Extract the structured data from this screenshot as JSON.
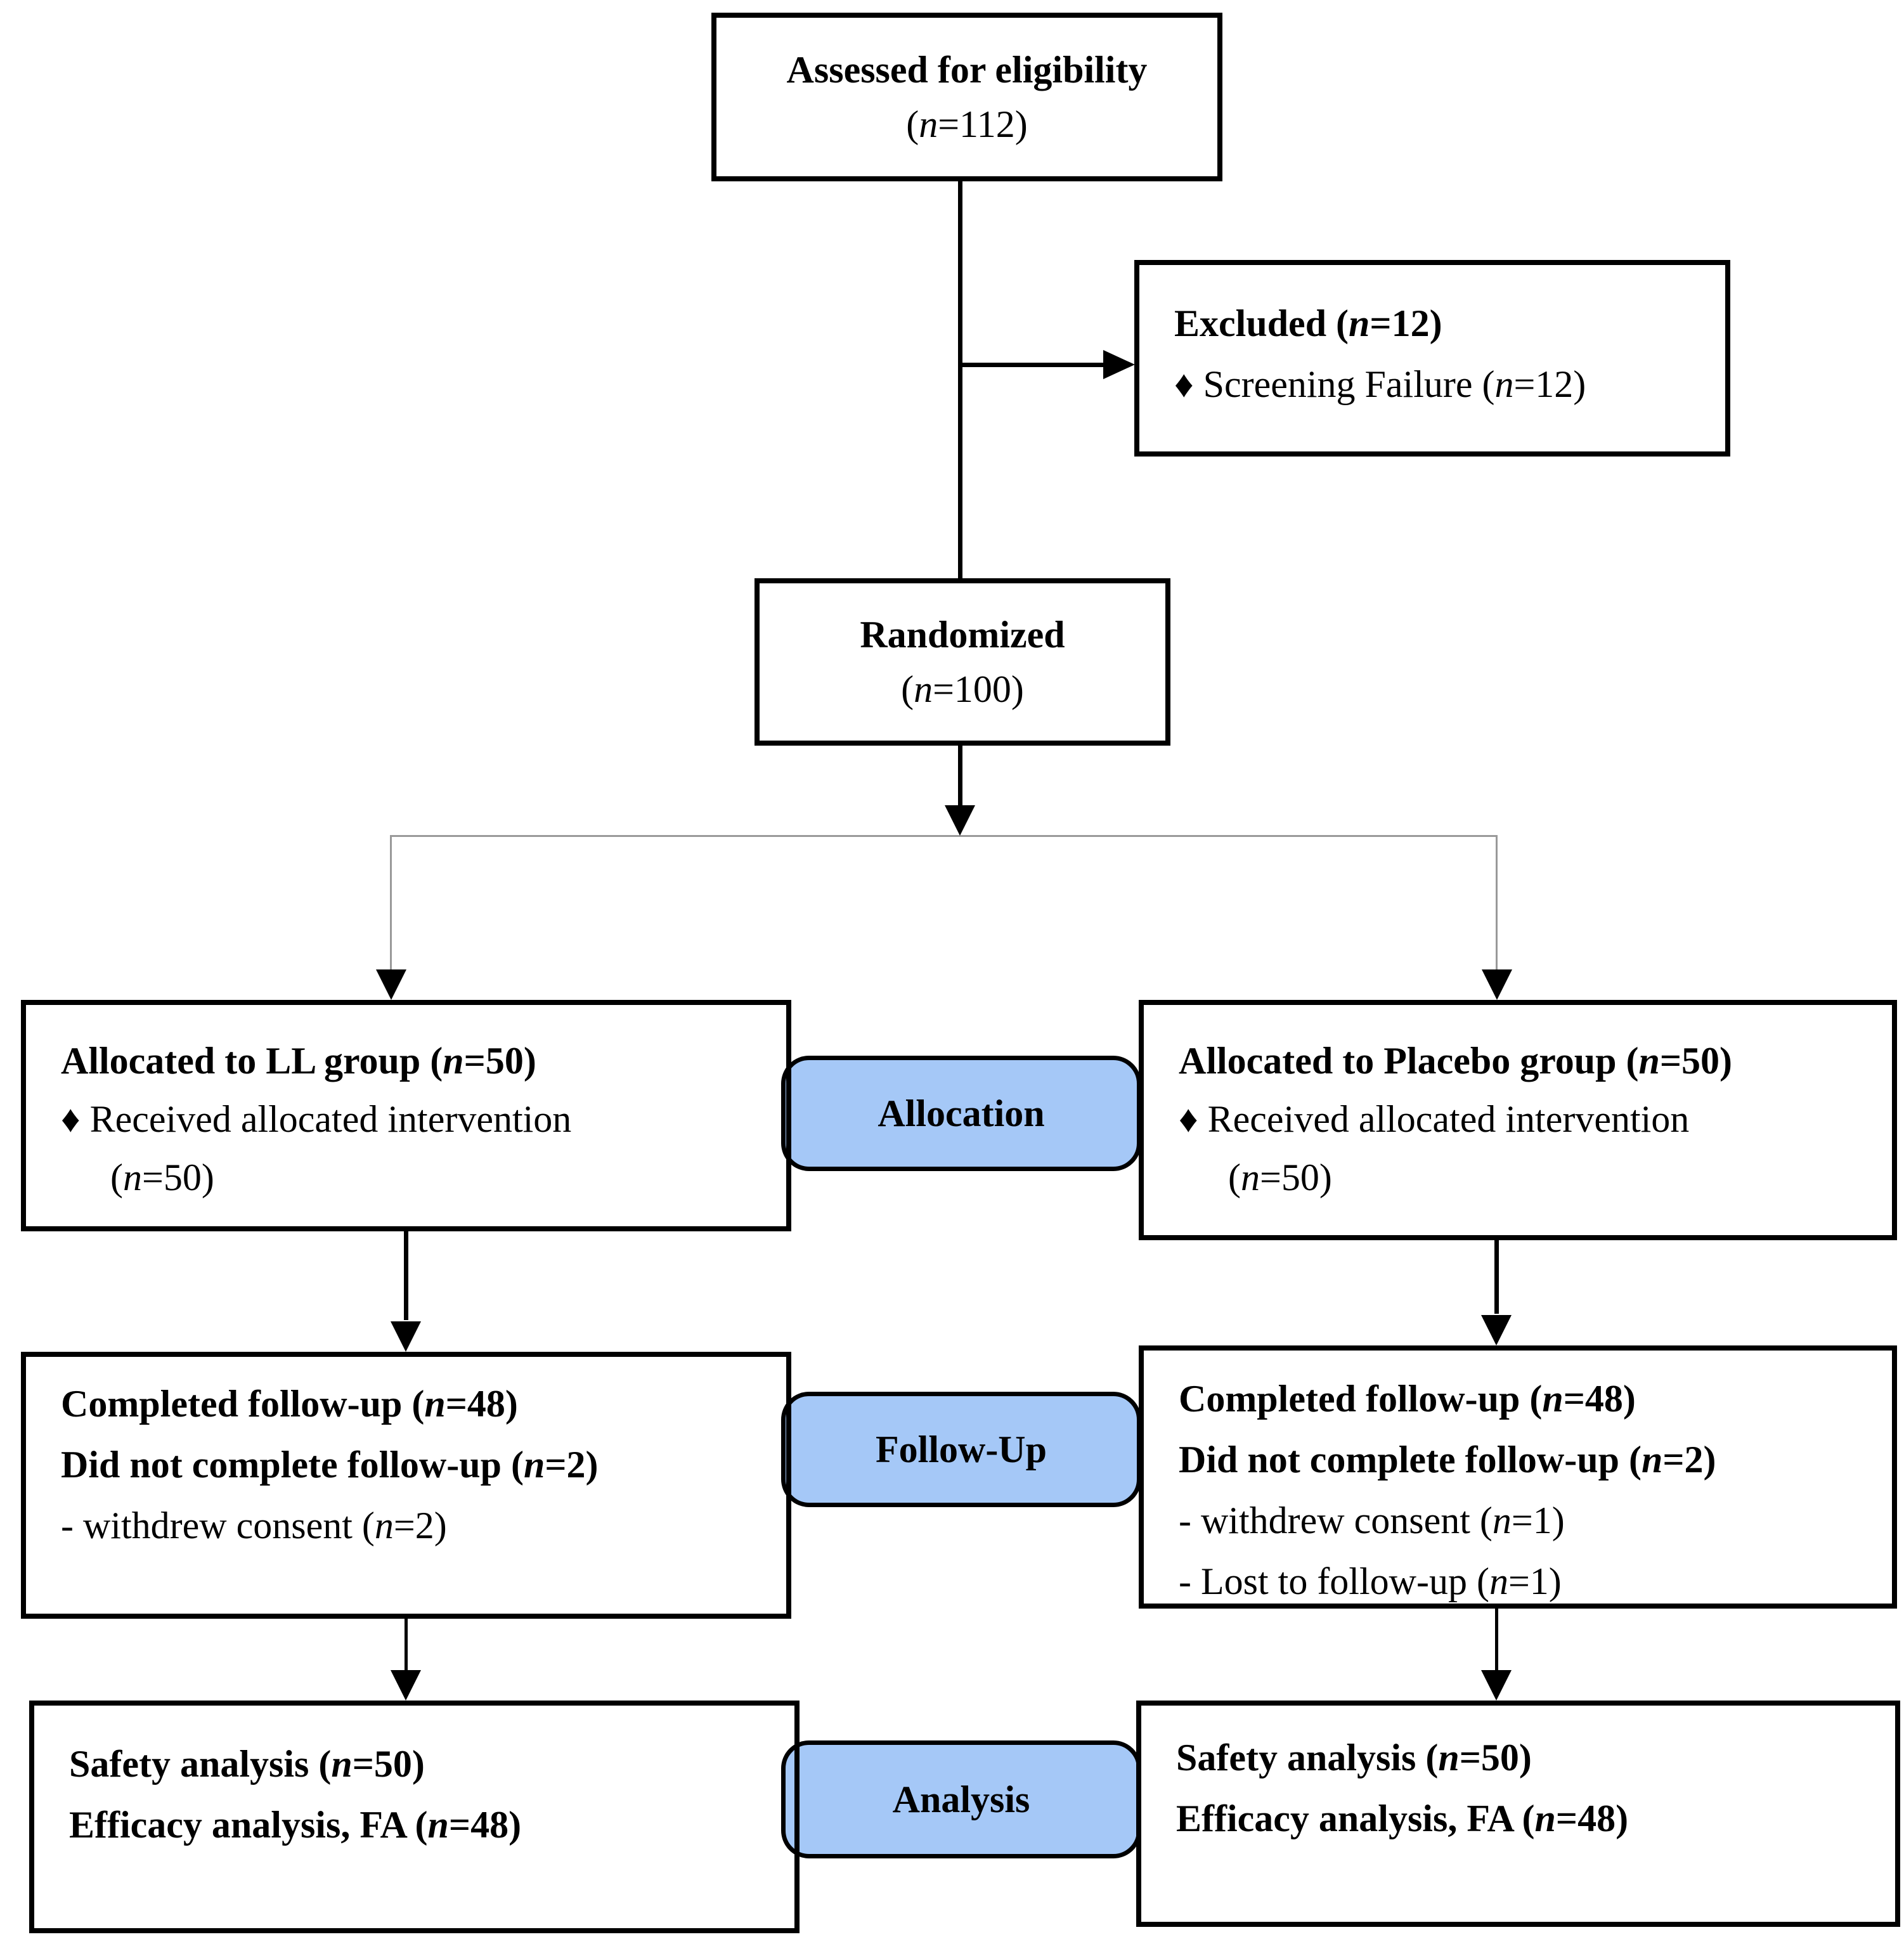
{
  "diagram": {
    "eligibility": {
      "title": "Assessed for eligibility",
      "n": "(n=112)"
    },
    "excluded": {
      "title": "Excluded (n=12)",
      "items": [
        "♦ Screening Failure (n=12)"
      ]
    },
    "randomized": {
      "title": "Randomized",
      "n": "(n=100)"
    },
    "stage_labels": {
      "allocation": "Allocation",
      "follow_up": "Follow-Up",
      "analysis": "Analysis"
    },
    "left_arm": {
      "allocated": {
        "title": "Allocated to LL group (n=50)",
        "bullet": "♦ Received allocated intervention",
        "bullet_cont": "(n=50)"
      },
      "followup": {
        "line1": "Completed follow-up (n=48)",
        "line2": "Did not complete follow-up (n=2)",
        "line3": "- withdrew consent (n=2)"
      },
      "analysis": {
        "line1": "Safety analysis (n=50)",
        "line2": "Efficacy analysis, FA (n=48)"
      }
    },
    "right_arm": {
      "allocated": {
        "title": "Allocated to Placebo group (n=50)",
        "bullet": "♦ Received allocated intervention",
        "bullet_cont": "(n=50)"
      },
      "followup": {
        "line1": "Completed follow-up (n=48)",
        "line2": "Did not complete follow-up (n=2)",
        "line3": "- withdrew consent (n=1)",
        "line4": "- Lost to follow-up (n=1)"
      },
      "analysis": {
        "line1": "Safety analysis (n=50)",
        "line2": "Efficacy analysis, FA (n=48)"
      }
    },
    "colors": {
      "stage_fill": "#A5C8F7",
      "box_border": "#000000",
      "connector_gray": "#999999"
    }
  }
}
